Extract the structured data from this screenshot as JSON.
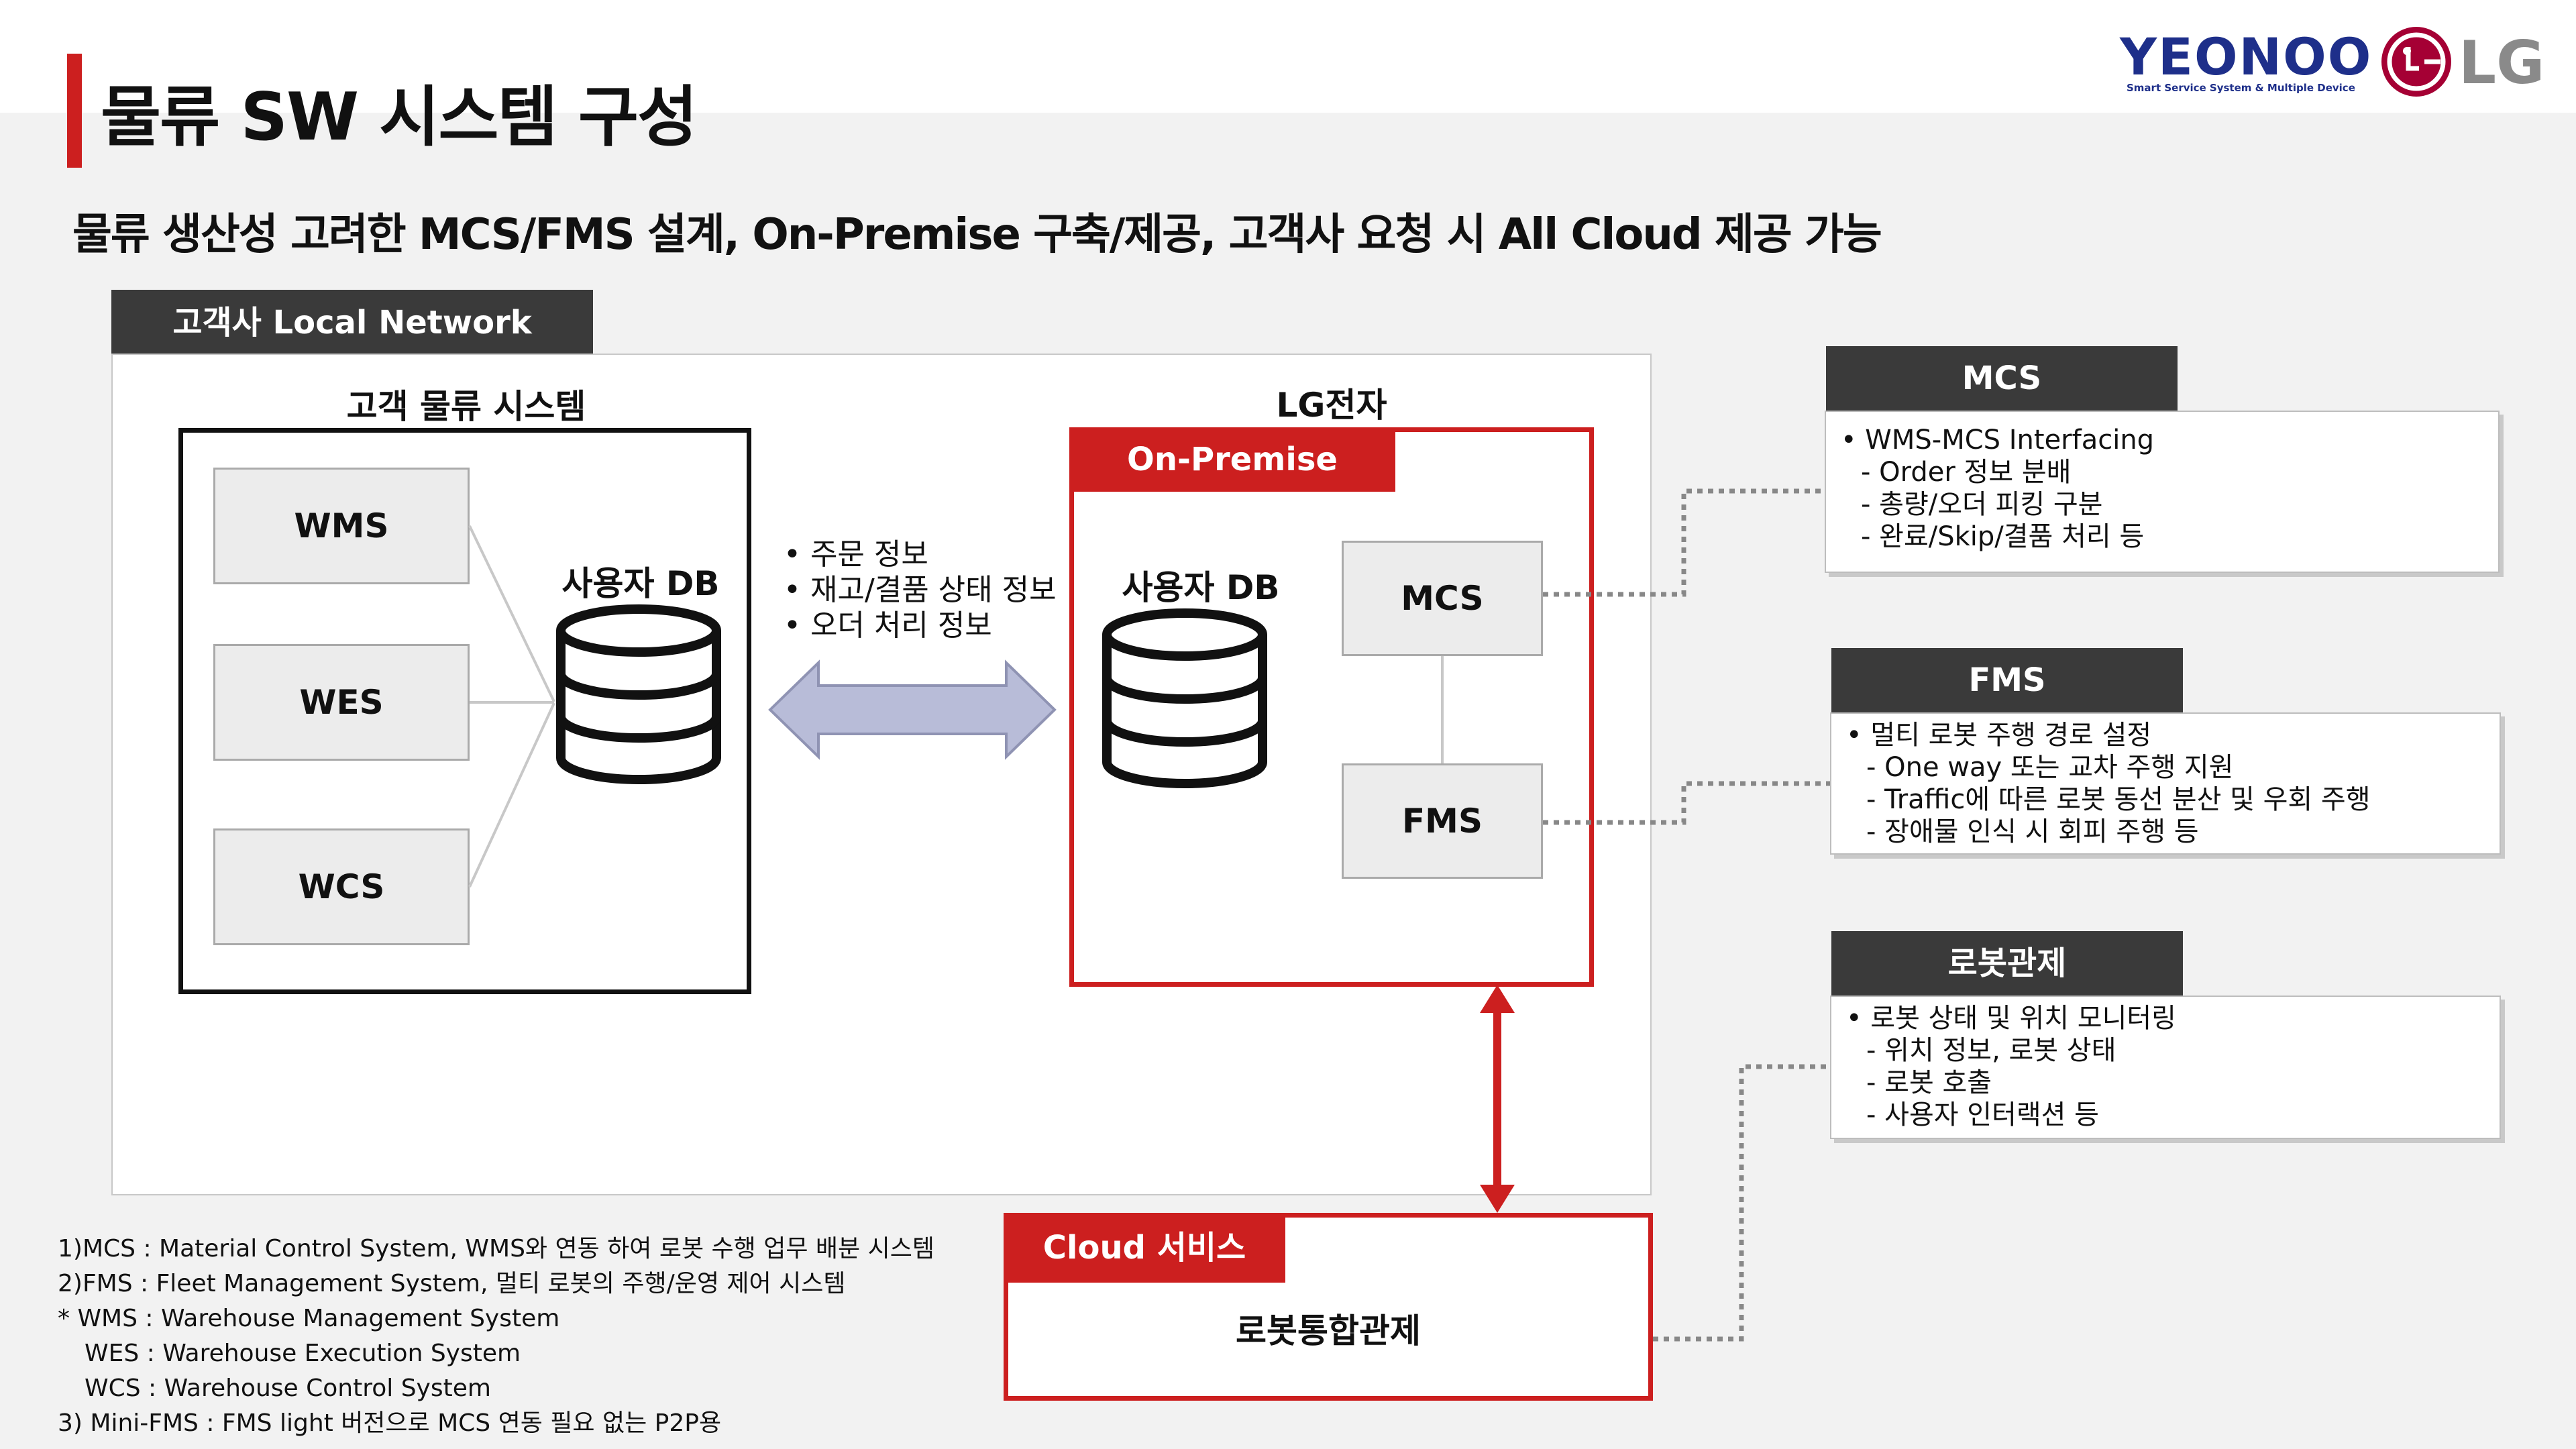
{
  "header": {
    "title": "물류 SW 시스템 구성",
    "subtitle": "물류 생산성 고려한 MCS/FMS 설계, On-Premise 구축/제공, 고객사 요청 시 All Cloud 제공 가능"
  },
  "brand": {
    "name": "YEONOO",
    "tagline": "Smart Service System & Multiple Device",
    "partner": "LG",
    "colors": {
      "yeonoo": "#1e2f8a",
      "lg": "#a50034"
    }
  },
  "colors": {
    "accent_red": "#cc1f1f",
    "dark_tag": "#3a3a3a",
    "arrow_fill": "#b8bcd8"
  },
  "diagram": {
    "local_network": "고객사 Local Network",
    "customer": {
      "title": "고객 물류 시스템",
      "systems": [
        "WMS",
        "WES",
        "WCS"
      ],
      "db": "사용자 DB"
    },
    "exchange": [
      "• 주문 정보",
      "• 재고/결품 상태 정보",
      "• 오더 처리 정보"
    ],
    "lg": {
      "title": "LG전자",
      "onprem": "On-Premise",
      "db": "사용자 DB",
      "mcs": "MCS",
      "fms": "FMS"
    },
    "cloud": {
      "tag": "Cloud 서비스",
      "label": "로봇통합관제"
    }
  },
  "panels": {
    "mcs": {
      "title": "MCS",
      "lines": [
        "• WMS-MCS Interfacing",
        "- Order 정보 분배",
        "- 총량/오더 피킹 구분",
        "- 완료/Skip/결품 처리 등"
      ]
    },
    "fms": {
      "title": "FMS",
      "lines": [
        "• 멀티 로봇 주행 경로 설정",
        "- One way 또는 교차 주행 지원",
        "- Traffic에 따른 로봇 동선 분산 및 우회 주행",
        "- 장애물 인식 시 회피 주행 등"
      ]
    },
    "robot": {
      "title": "로봇관제",
      "lines": [
        "• 로봇 상태 및 위치 모니터링",
        "- 위치 정보, 로봇 상태",
        "- 로봇 호출",
        "- 사용자 인터랙션 등"
      ]
    }
  },
  "footnotes": [
    "1)MCS : Material Control System, WMS와 연동 하여 로봇 수행 업무 배분 시스템",
    "2)FMS : Fleet Management System, 멀티 로봇의 주행/운영 제어 시스템",
    " * WMS : Warehouse Management System",
    "WES : Warehouse Execution System",
    "WCS : Warehouse Control System",
    "3) Mini-FMS : FMS light 버전으로 MCS 연동 필요 없는 P2P용"
  ]
}
